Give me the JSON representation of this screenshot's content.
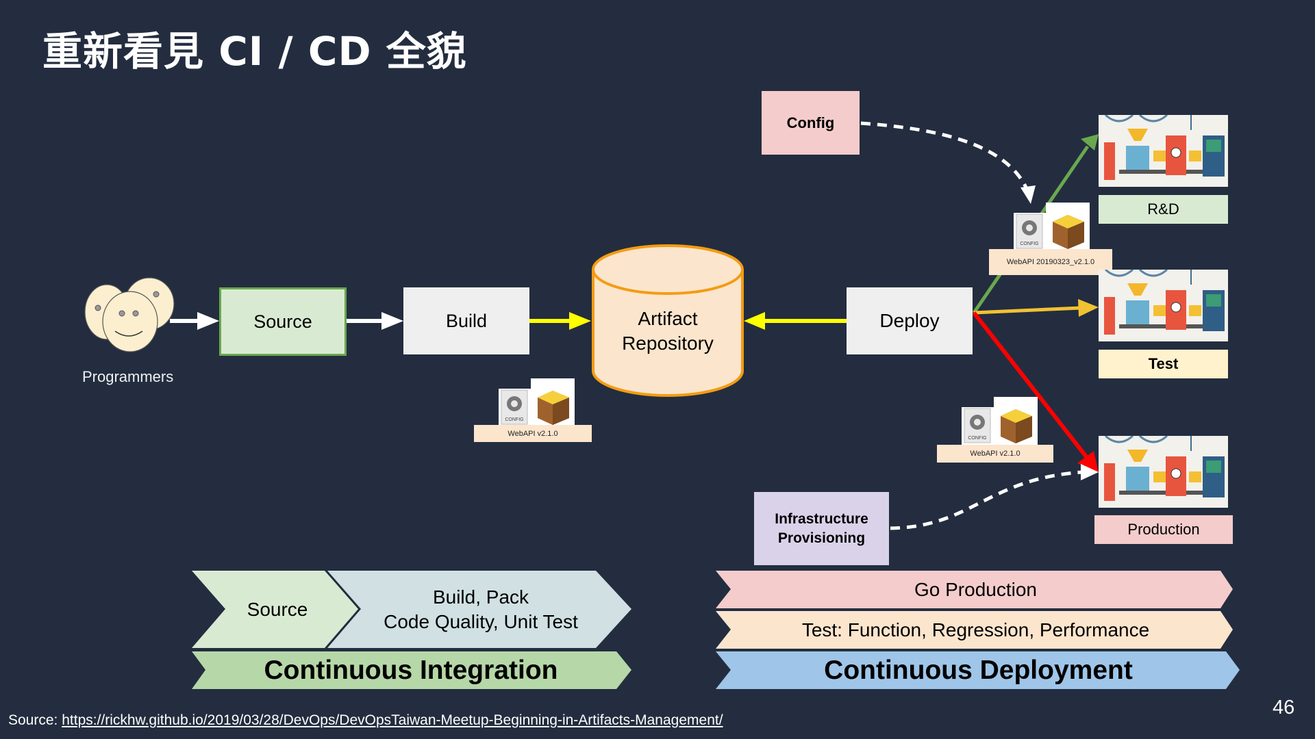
{
  "slide": {
    "title": "重新看見 CI / CD 全貌",
    "page_number": "46"
  },
  "diagram": {
    "programmers_label": "Programmers",
    "source_label": "Source",
    "build_label": "Build",
    "artifact_repo_line1": "Artifact",
    "artifact_repo_line2": "Repository",
    "deploy_label": "Deploy",
    "config_label": "Config",
    "infra_line1": "Infrastructure",
    "infra_line2": "Provisioning",
    "artifacts": [
      {
        "config_icon_text": "CONFIG",
        "label": "WebAPI v2.1.0"
      },
      {
        "config_icon_text": "CONFIG",
        "label": "WebAPI 20190323_v2.1.0"
      },
      {
        "config_icon_text": "CONFIG",
        "label": "WebAPI v2.1.0"
      }
    ],
    "environments": [
      {
        "name": "R&D",
        "arrow_color": "#6aa84f"
      },
      {
        "name": "Test",
        "arrow_color": "#f1c232"
      },
      {
        "name": "Production",
        "arrow_color": "#ff0000"
      }
    ],
    "colors": {
      "ci_flow_arrow": "#ffffff",
      "artifact_arrow": "#ffff00",
      "dashed_arrow": "#ffffff"
    }
  },
  "pipeline": {
    "ci": {
      "stage1": "Source",
      "stage2_line1": "Build, Pack",
      "stage2_line2": "Code Quality, Unit Test",
      "banner": "Continuous Integration"
    },
    "cd": {
      "stage_top": "Go Production",
      "stage_mid": "Test: Function, Regression, Performance",
      "banner": "Continuous Deployment"
    }
  },
  "footer": {
    "source_prefix": "Source: ",
    "source_url": "https://rickhw.github.io/2019/03/28/DevOps/DevOpsTaiwan-Meetup-Beginning-in-Artifacts-Management/"
  }
}
